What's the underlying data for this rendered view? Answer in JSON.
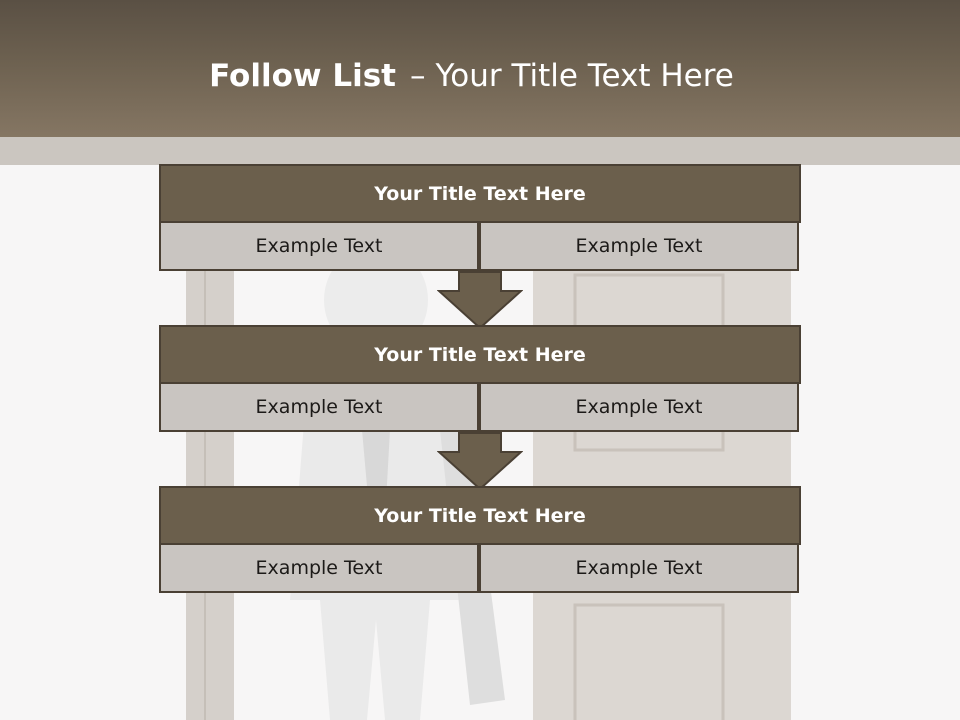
{
  "slide": {
    "title_bold": "Follow List",
    "title_dash": "–",
    "title_rest": "Your Title Text Here"
  },
  "blocks": [
    {
      "title": "Your Title Text Here",
      "left_text": "Example Text",
      "right_text": "Example Text"
    },
    {
      "title": "Your Title Text Here",
      "left_text": "Example Text",
      "right_text": "Example Text"
    },
    {
      "title": "Your Title Text Here",
      "left_text": "Example Text",
      "right_text": "Example Text"
    }
  ],
  "colors": {
    "header": "#6d6150",
    "block_title_bg": "#6b5f4c",
    "cell_bg": "#c9c5c1",
    "border": "#4a4034",
    "arrow": "#6b5f4c"
  },
  "icons": {
    "arrow": "down-arrow-icon",
    "figure": "person-figure-icon"
  }
}
